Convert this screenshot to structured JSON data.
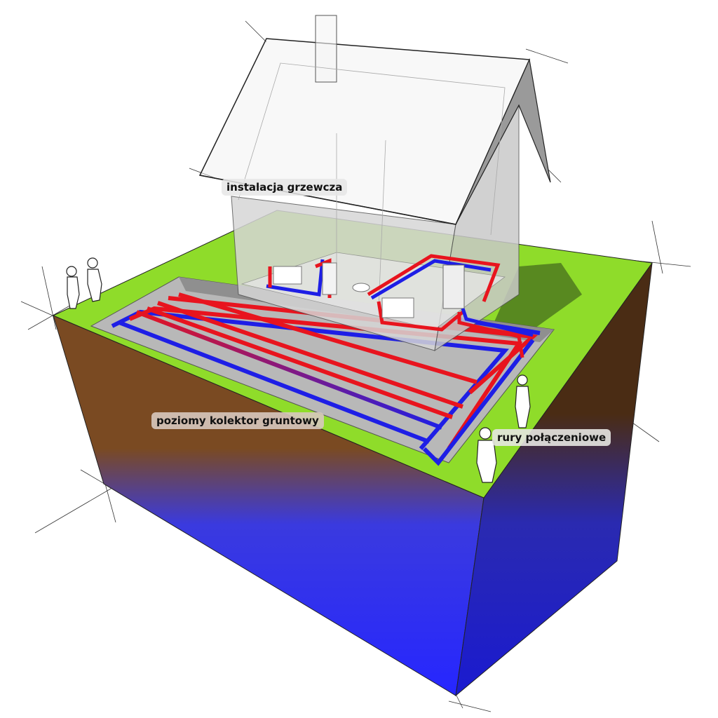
{
  "labels": {
    "heating_installation": "instalacja grzewcza",
    "ground_collector": "poziomy kolektor gruntowy",
    "connection_pipes": "rury połączeniowe"
  },
  "colors": {
    "grass": "#8fdc2a",
    "soil": "#7a4a22",
    "soil_dark": "#4a2c14",
    "groundwater": "#2a2aff",
    "hot_pipe": "#e8141e",
    "cold_pipe": "#1e1ee6",
    "house_wall": "#cfcfcf",
    "trench": "#bdbdbd"
  },
  "icons": {
    "person": "person-icon",
    "radiator": "radiator-icon",
    "heat_pump": "heat-pump-icon"
  }
}
